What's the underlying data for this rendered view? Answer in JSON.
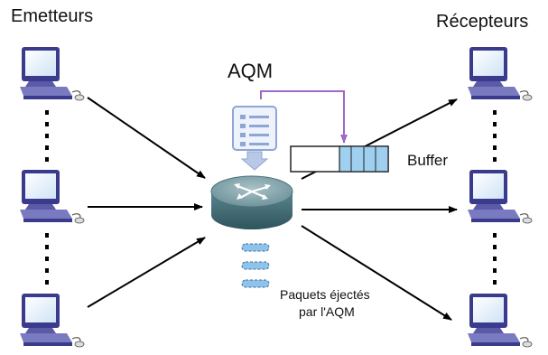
{
  "labels": {
    "senders": "Emetteurs",
    "receivers": "Récepteurs",
    "aqm": "AQM",
    "buffer": "Buffer",
    "dropped_line1": "Paquets éjectés",
    "dropped_line2": "par l'AQM"
  },
  "colors": {
    "aqm_link": "#a066c8",
    "buffer_fill": "#9fd0f0",
    "arrow": "#000000",
    "router_top": "#7fa0a8",
    "router_body": "#3f6a74",
    "document": "#8ea6d6",
    "dropped_packet": "#8ec4ea"
  }
}
